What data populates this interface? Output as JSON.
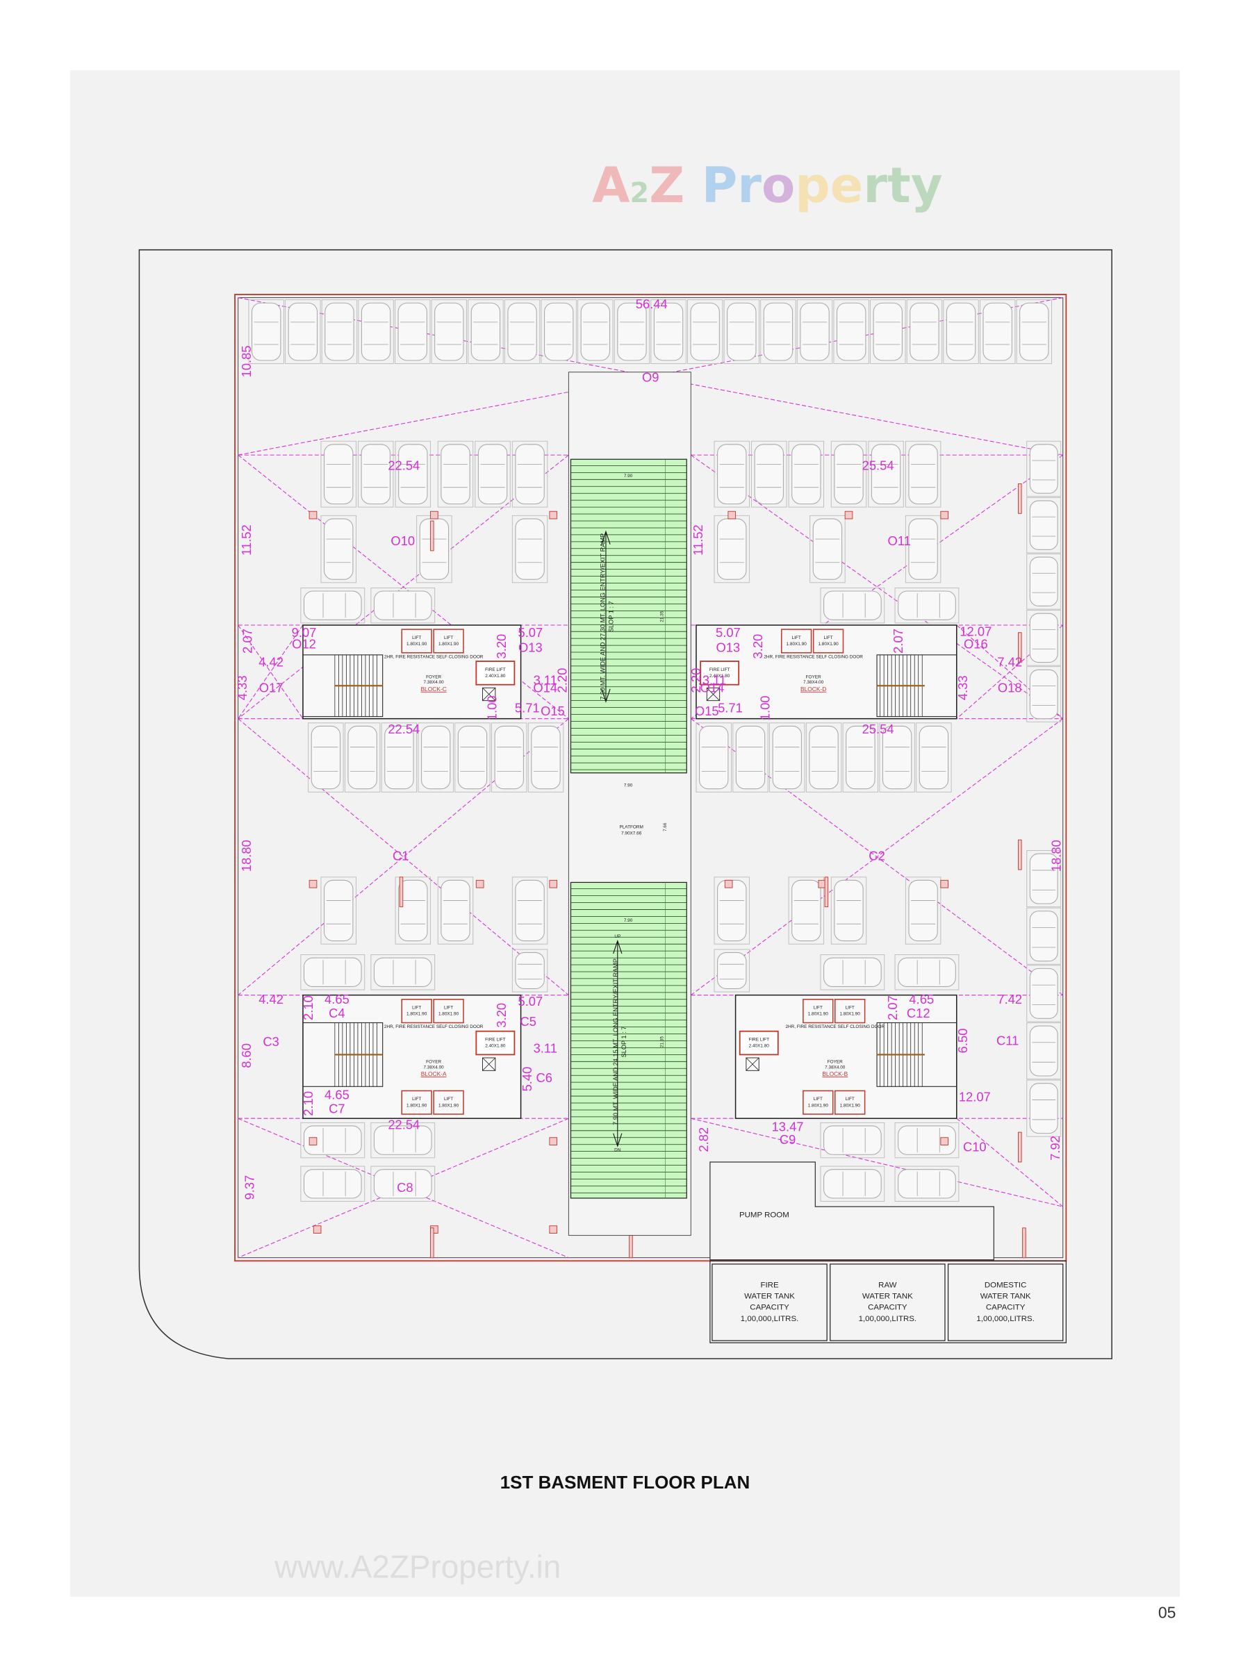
{
  "watermark": {
    "logo_text": "A2Z Property",
    "colors": [
      "#e53935",
      "#43a047",
      "#fbc02d",
      "#1e88e5",
      "#8e24aa"
    ]
  },
  "title": "1ST BASMENT FLOOR PLAN",
  "website": "www.A2ZProperty.in",
  "page_number": "05",
  "colors": {
    "dimension": "#d62fd6",
    "ramp": "#c8f7c0",
    "wall": "#c0392b",
    "panel": "#f2f2f2"
  },
  "ramps": {
    "upper": {
      "text": "7.90 MT. WIDE AND 27.30 MT. LONG ENTRY/EXIT RAMP",
      "slope": "SLOP 1 : 7",
      "width": "7.90",
      "length": "21.35"
    },
    "lower": {
      "text": "7.90 MT. WIDE AND 24.15 MT. LONG ENTRY/EXIT RAMP",
      "slope": "SLOP 1 : 7",
      "width": "7.90",
      "length": "21.35",
      "up": "UP",
      "dn": "DN"
    },
    "platform": {
      "label": "PLATFORM",
      "size": "7.90X7.66",
      "width": "7.90",
      "depth": "7.66"
    }
  },
  "blocks": [
    {
      "name": "BLOCK-C",
      "door": "2HR, FIRE RESISTANCE SELF CLOSING DOOR",
      "foyer": "FOYER",
      "foyer_size": "7.38X4.00",
      "lift": "LIFT",
      "lift_size": "1.80X1.90",
      "fire_lift": "FIRE LIFT",
      "fire_lift_size": "2.40X1.80"
    },
    {
      "name": "BLOCK-D",
      "door": "2HR, FIRE RESISTANCE SELF CLOSING DOOR",
      "foyer": "FOYER",
      "foyer_size": "7.38X4.00",
      "lift": "LIFT",
      "lift_size": "1.80X1.90",
      "fire_lift": "FIRE LIFT",
      "fire_lift_size": "2.40X1.80"
    },
    {
      "name": "BLOCK-A",
      "door": "2HR, FIRE RESISTANCE SELF CLOSING DOOR",
      "foyer": "FOYER",
      "foyer_size": "7.38X4.00",
      "lift": "LIFT",
      "lift_size": "1.80X1.90",
      "fire_lift": "FIRE LIFT",
      "fire_lift_size": "2.40X1.80"
    },
    {
      "name": "BLOCK-B",
      "door": "2HR, FIRE RESISTANCE SELF CLOSING DOOR",
      "foyer": "FOYER",
      "foyer_size": "7.38X4.00",
      "lift": "LIFT",
      "lift_size": "1.80X1.90",
      "fire_lift": "FIRE LIFT",
      "fire_lift_size": "2.40X1.80"
    }
  ],
  "pump_room": "PUMP ROOM",
  "tanks": [
    {
      "type": "FIRE",
      "line2": "WATER TANK",
      "line3": "CAPACITY",
      "capacity": "1,00,000,LITRS."
    },
    {
      "type": "RAW",
      "line2": "WATER TANK",
      "line3": "CAPACITY",
      "capacity": "1,00,000,LITRS."
    },
    {
      "type": "DOMESTIC",
      "line2": "WATER TANK",
      "line3": "CAPACITY",
      "capacity": "1,00,000,LITRS."
    }
  ],
  "dimension_labels": [
    "56.44",
    "O9",
    "10.85",
    "22.54",
    "25.54",
    "11.52",
    "O10",
    "11.52",
    "O11",
    "9.07",
    "O12",
    "2.07",
    "4.42",
    "O17",
    "4.33",
    "5.07",
    "O13",
    "3.20",
    "3.11",
    "O14",
    "2.20",
    "O15",
    "5.71",
    "1.00",
    "5.07",
    "O13",
    "3.20",
    "2.07",
    "12.07",
    "O16",
    "7.42",
    "O18",
    "4.33",
    "3.11",
    "O14",
    "2.20",
    "O15",
    "5.71",
    "1.00",
    "22.54",
    "25.54",
    "18.80",
    "C1",
    "C2",
    "18.80",
    "4.42",
    "4.65",
    "C4",
    "2.10",
    "5.07",
    "C5",
    "3.20",
    "3.11",
    "C3",
    "8.60",
    "5.40",
    "C6",
    "4.65",
    "C7",
    "2.10",
    "22.54",
    "9.37",
    "C8",
    "2.82",
    "13.47",
    "C9",
    "4.65",
    "C12",
    "2.07",
    "7.42",
    "C11",
    "6.50",
    "12.07",
    "C10",
    "7.92"
  ]
}
